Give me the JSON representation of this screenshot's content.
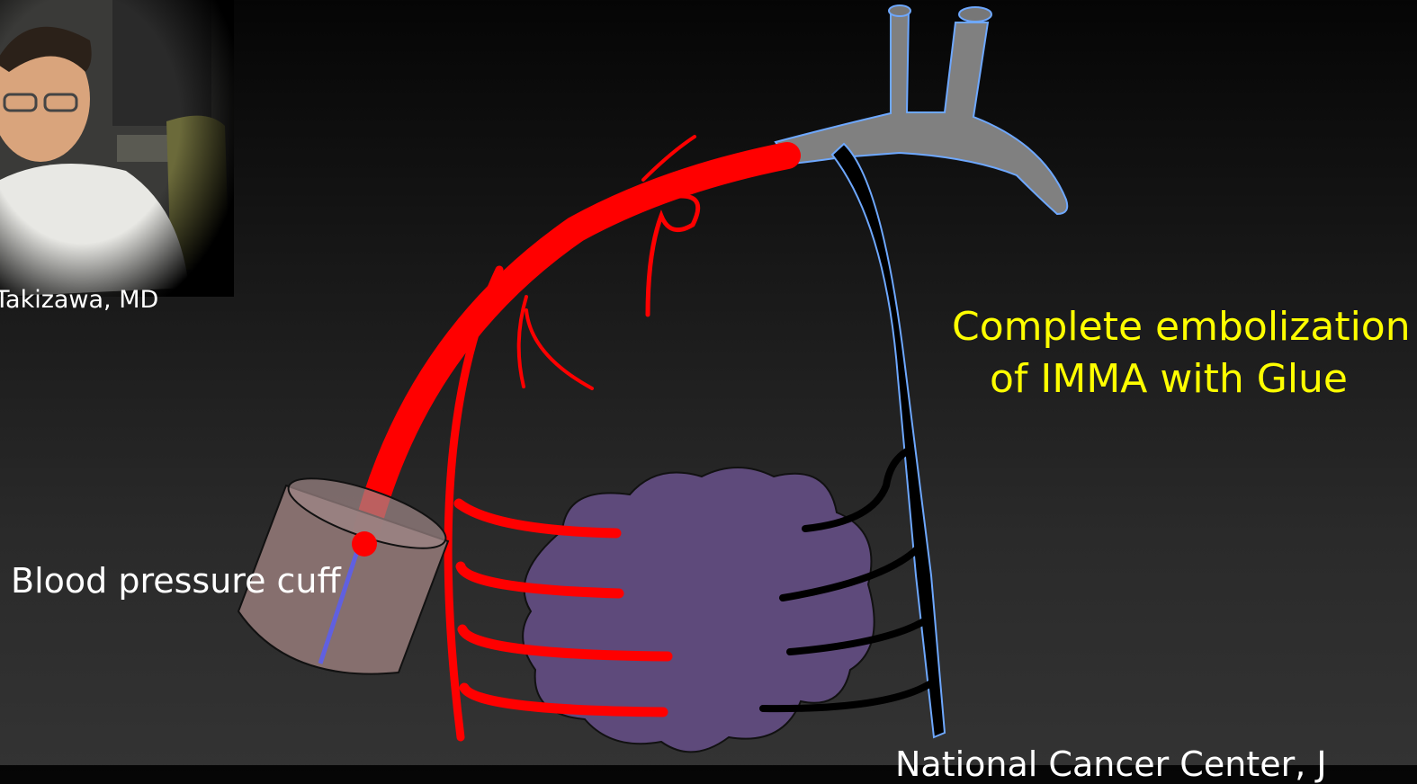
{
  "presenter": {
    "name": "Takizawa, MD",
    "photo": "presenter-photo"
  },
  "labels": {
    "cuff": "Blood pressure cuff",
    "embolization_line1": "Complete embolization",
    "embolization_line2": "of IMMA with Glue",
    "footer": "National Cancer Center, J"
  },
  "colors": {
    "artery": "#ff0000",
    "aorta": "#808080",
    "vein": "#000000",
    "tumor": "#5e4a7b",
    "cuff": "#8b7372",
    "note": "#ffff00"
  }
}
